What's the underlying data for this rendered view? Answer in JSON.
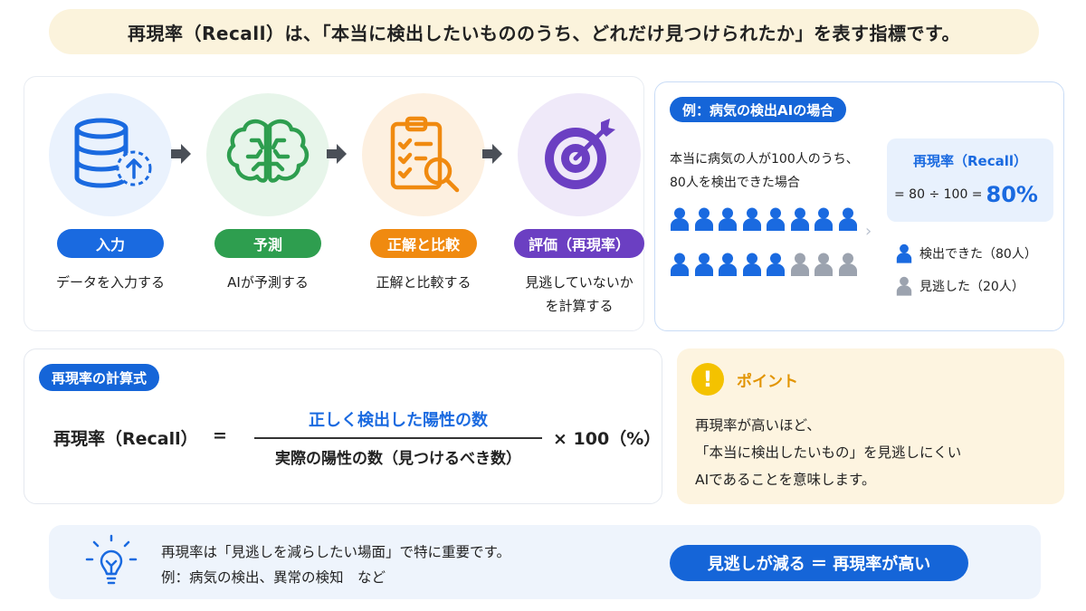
{
  "banner": {
    "text": "再現率（Recall）は、「本当に検出したいもののうち、どれだけ見つけられたか」を表す指標です。"
  },
  "process": {
    "steps": [
      {
        "label": "入力",
        "desc": "データを入力する",
        "color": "#1a6ae0",
        "icon": "database-upload-icon"
      },
      {
        "label": "予測",
        "desc": "AIが予測する",
        "color": "#2e9e4f",
        "icon": "brain-icon"
      },
      {
        "label": "正解と比較",
        "desc": "正解と比較する",
        "color": "#f08a10",
        "icon": "checklist-magnifier-icon"
      },
      {
        "label": "評価（再現率）",
        "desc": "見逃していないか\nを計算する",
        "color": "#6b3fc2",
        "icon": "target-arrow-icon"
      }
    ]
  },
  "example": {
    "tag": "例：病気の検出AIの場合",
    "text": "本当に病気の人が100人のうち、\n80人を検出できた場合",
    "recall_title": "再現率（Recall）",
    "recall_formula": "= 80 ÷ 100 =",
    "recall_value": "80%",
    "detected_count": 13,
    "missed_count": 3,
    "legend_detected": "検出できた（80人）",
    "legend_missed": "見逃した（20人）",
    "detected_color": "#1a6ae0",
    "missed_color": "#9ca3af"
  },
  "formula": {
    "tag": "再現率の計算式",
    "lhs": "再現率（Recall）",
    "equals": "=",
    "numerator": "正しく検出した陽性の数",
    "denominator": "実際の陽性の数（見つけるべき数）",
    "multiplier": "× 100（%）"
  },
  "point": {
    "icon_glyph": "!",
    "title": "ポイント",
    "text": "再現率が高いほど、\n「本当に検出したいもの」を見逃しにくい\nAIであることを意味します。"
  },
  "bottom": {
    "text": "再現率は「見逃しを減らしたい場面」で特に重要です。\n例：病気の検出、異常の検知　など",
    "pill": "見逃しが減る ＝ 再現率が高い"
  }
}
